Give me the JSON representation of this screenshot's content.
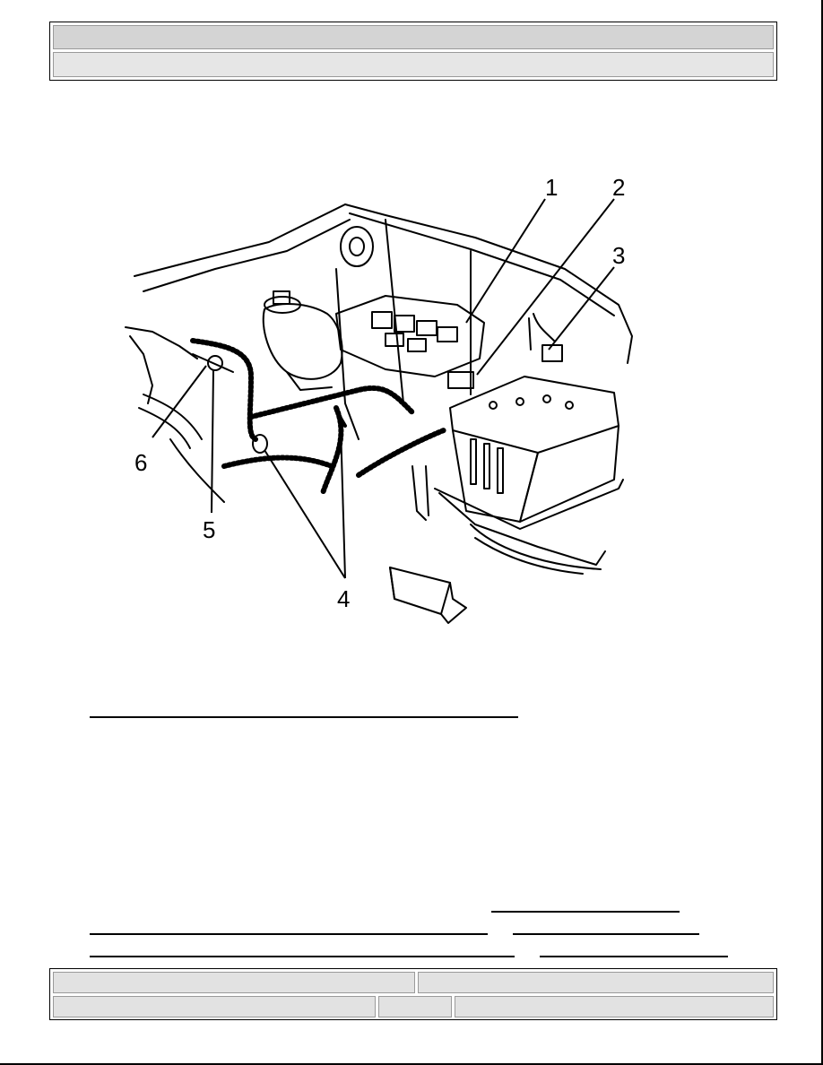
{
  "header": {
    "row1_text": "",
    "row2_text": ""
  },
  "figure": {
    "callouts": [
      "1",
      "2",
      "3",
      "4",
      "5",
      "6"
    ]
  },
  "links": {
    "caption": "",
    "line1": "",
    "line2": "",
    "line3": ""
  },
  "footer": {
    "left_top": "",
    "right_top": "",
    "left_bottom": "",
    "mid_bottom": "",
    "right_bottom": ""
  },
  "colors": {
    "header_fill": "#d4d4d4",
    "footer_fill": "#e2e2e2",
    "line": "#000000"
  }
}
